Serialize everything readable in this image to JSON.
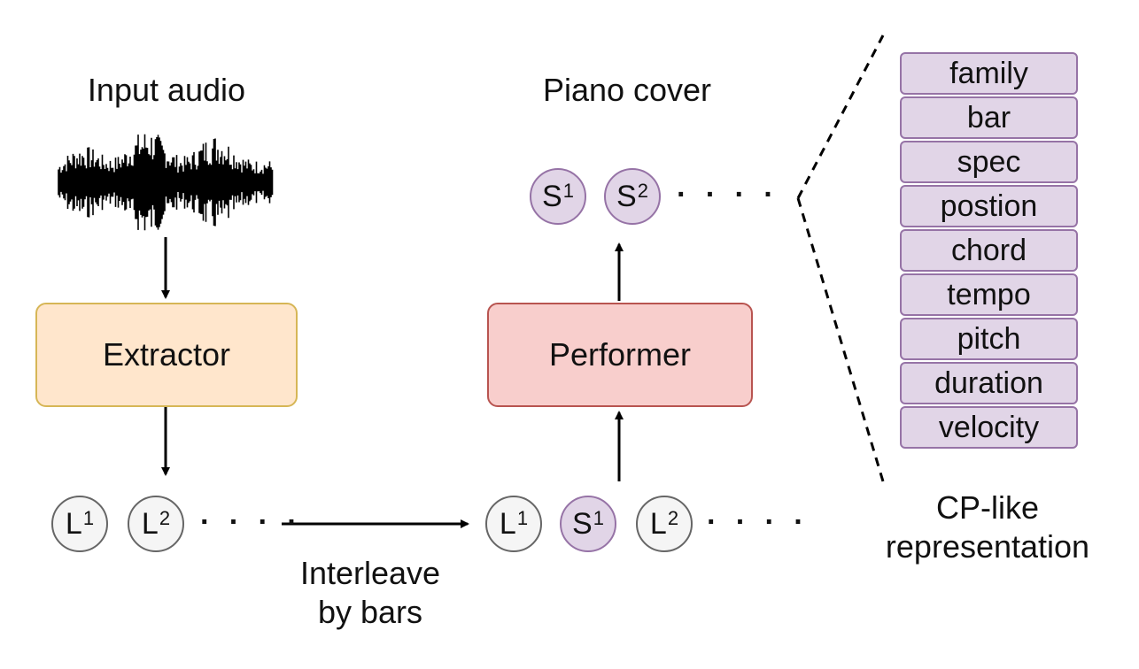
{
  "labels": {
    "input_audio": "Input audio",
    "piano_cover": "Piano cover",
    "interleave_line1": "Interleave",
    "interleave_line2": "by bars",
    "cp_line1": "CP-like",
    "cp_line2": "representation"
  },
  "blocks": {
    "extractor": "Extractor",
    "performer": "Performer"
  },
  "tokens": {
    "extracted": [
      {
        "base": "L",
        "sup": "1"
      },
      {
        "base": "L",
        "sup": "2"
      }
    ],
    "interleaved": [
      {
        "base": "L",
        "sup": "1"
      },
      {
        "base": "S",
        "sup": "1"
      },
      {
        "base": "L",
        "sup": "2"
      }
    ],
    "output": [
      {
        "base": "S",
        "sup": "1"
      },
      {
        "base": "S",
        "sup": "2"
      }
    ],
    "ellipsis": "· · · ·"
  },
  "cp_fields": [
    "family",
    "bar",
    "spec",
    "postion",
    "chord",
    "tempo",
    "pitch",
    "duration",
    "velocity"
  ],
  "colors": {
    "extractor_fill": "#ffe6cc",
    "extractor_border": "#d6b656",
    "performer_fill": "#f8cecc",
    "performer_border": "#b85450",
    "s_token_fill": "#e1d5e7",
    "s_token_border": "#9673a6",
    "l_token_fill": "#f5f5f5",
    "l_token_border": "#666666"
  }
}
